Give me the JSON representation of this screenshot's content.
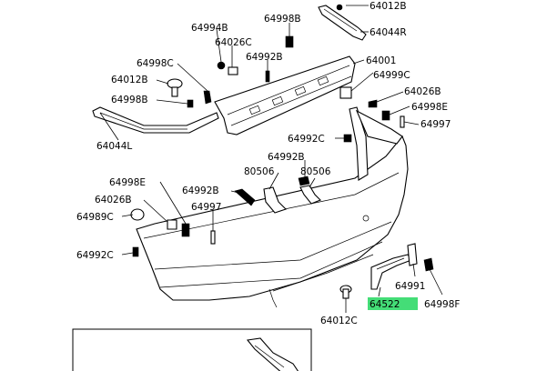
{
  "colors": {
    "highlight": "#44dd77",
    "ink": "#000000",
    "background": "#ffffff"
  },
  "labels": {
    "p64012B_top": "64012B",
    "p64044R": "64044R",
    "p64994B": "64994B",
    "p64998B_top": "64998B",
    "p64026C": "64026C",
    "p64992B_center": "64992B",
    "p64001": "64001",
    "p64998C": "64998C",
    "p64012B_left": "64012B",
    "p64999C": "64999C",
    "p64998B_left": "64998B",
    "p64026B_right": "64026B",
    "p64998E_right": "64998E",
    "p64997_right": "64997",
    "p64044L": "64044L",
    "p64992C_center": "64992C",
    "p64992B_mid": "64992B",
    "p80506_a": "80506",
    "p80506_b": "80506",
    "p64998E_left": "64998E",
    "p64992B_lower": "64992B",
    "p64026B_left": "64026B",
    "p64997_left": "64997",
    "p64989C": "64989C",
    "p64992C_left": "64992C",
    "p64991": "64991",
    "p64522": "64522",
    "p64998F": "64998F",
    "p64012C": "64012C"
  }
}
